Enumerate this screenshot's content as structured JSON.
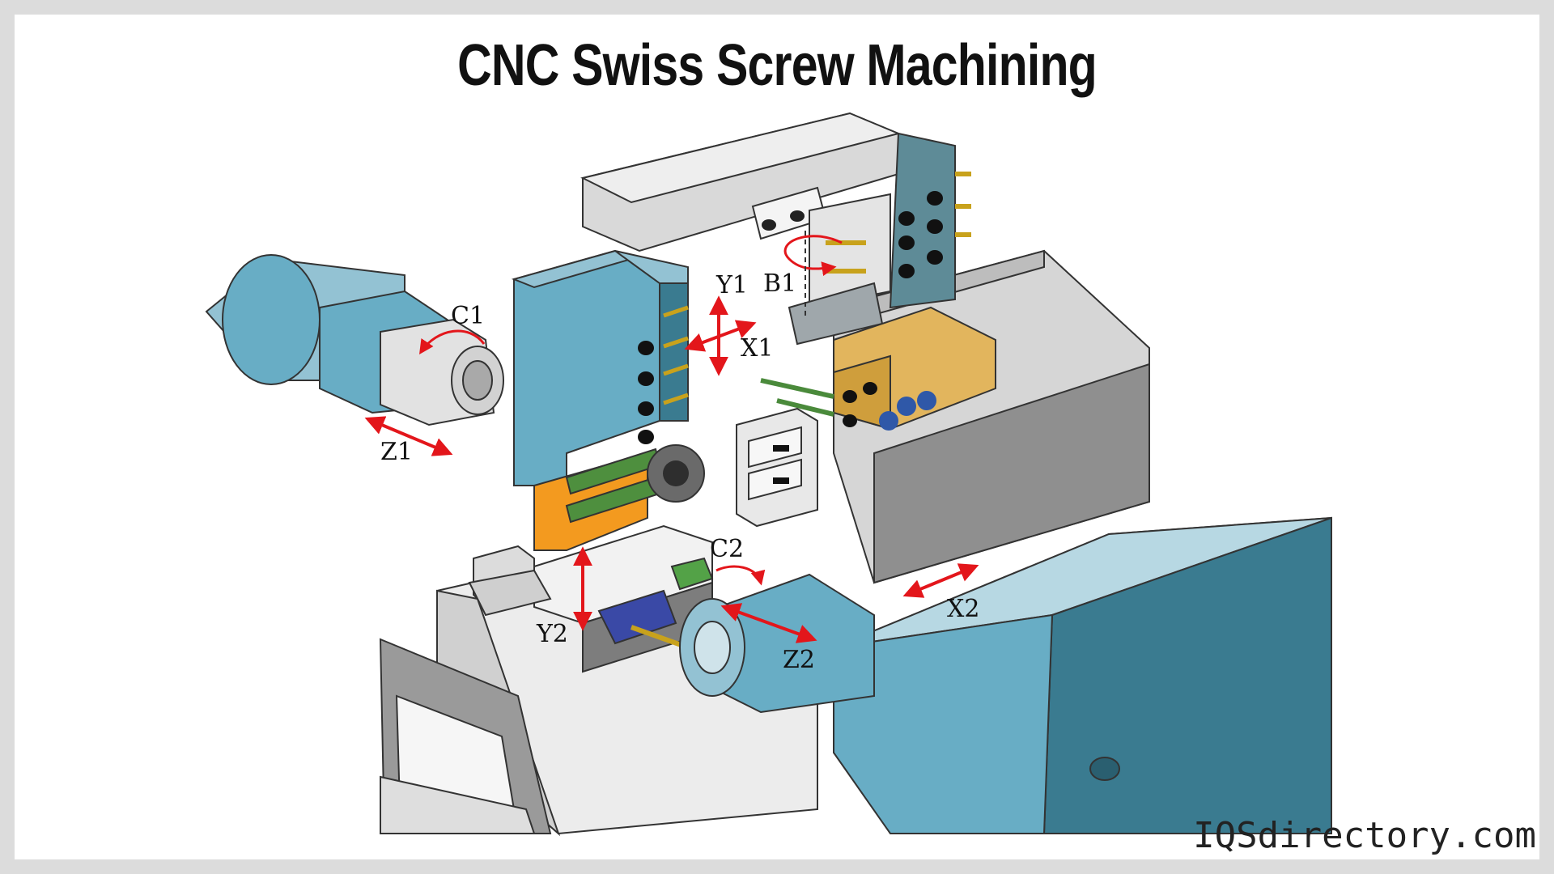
{
  "title": "CNC Swiss Screw Machining",
  "brand": "IQSdirectory.com",
  "axis_labels": {
    "C1": "C1",
    "Z1": "Z1",
    "Y1": "Y1",
    "B1": "B1",
    "X1": "X1",
    "C2": "C2",
    "Y2": "Y2",
    "Z2": "Z2",
    "X2": "X2"
  },
  "colors": {
    "blue_light": "#93c2d3",
    "blue_mid": "#68adc5",
    "blue_dark": "#3a7b90",
    "gray_light": "#e9e9e9",
    "gray_mid": "#c8c8c8",
    "gray_dark": "#8d8d8d",
    "gold": "#e2b55d",
    "orange": "#f39a1f",
    "arrow_red": "#e3161b"
  }
}
